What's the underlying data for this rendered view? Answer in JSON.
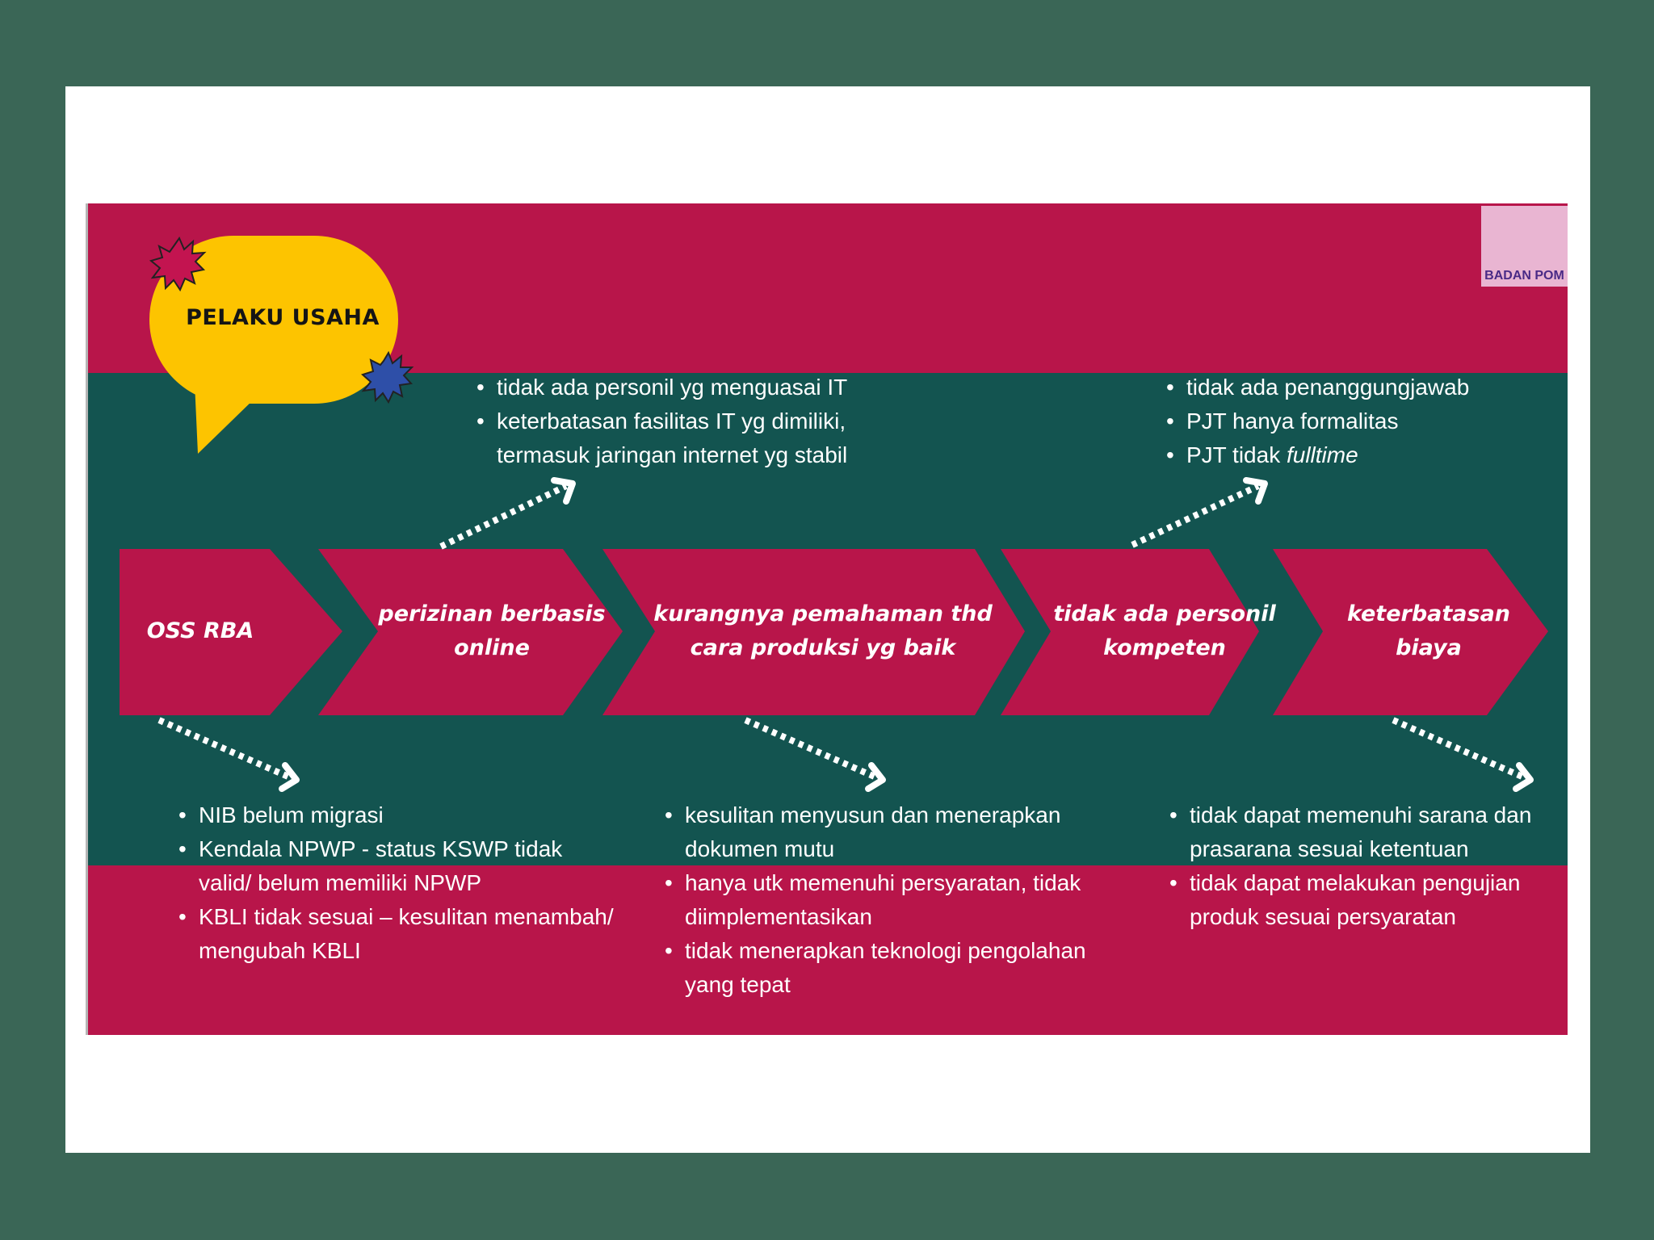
{
  "bubble": {
    "label": "PELAKU USAHA"
  },
  "logo": {
    "text": "BADAN POM"
  },
  "chevrons": [
    {
      "label": "OSS RBA"
    },
    {
      "label": "perizinan berbasis online"
    },
    {
      "label": "kurangnya pemahaman thd cara produksi yg baik"
    },
    {
      "label": "tidak ada personil kompeten"
    },
    {
      "label": "keterbatasan biaya"
    }
  ],
  "notes": {
    "online": [
      "tidak ada personil yg menguasai IT",
      "keterbatasan fasilitas IT yg dimiliki, termasuk jaringan internet yg stabil"
    ],
    "personil": [
      "tidak ada penanggungjawab",
      "PJT hanya formalitas"
    ],
    "personil_last_prefix": "PJT tidak ",
    "personil_last_italic": "fulltime",
    "oss": [
      "NIB belum migrasi",
      "Kendala NPWP - status KSWP tidak valid/ belum memiliki NPWP",
      "KBLI tidak sesuai – kesulitan menambah/ mengubah KBLI"
    ],
    "cpb": [
      "kesulitan menyusun dan menerapkan dokumen mutu",
      "hanya utk memenuhi persyaratan, tidak diimplementasikan",
      "tidak menerapkan teknologi pengolahan yang tepat"
    ],
    "biaya": [
      "tidak dapat memenuhi sarana dan prasarana sesuai ketentuan",
      "tidak dapat melakukan pengujian produk sesuai persyaratan"
    ]
  },
  "colors": {
    "page_bg": "#3a6656",
    "card": "#ffffff",
    "crimson": "#b8154a",
    "teal": "#135450",
    "bubble": "#fdc400",
    "text": "#ffffff"
  }
}
